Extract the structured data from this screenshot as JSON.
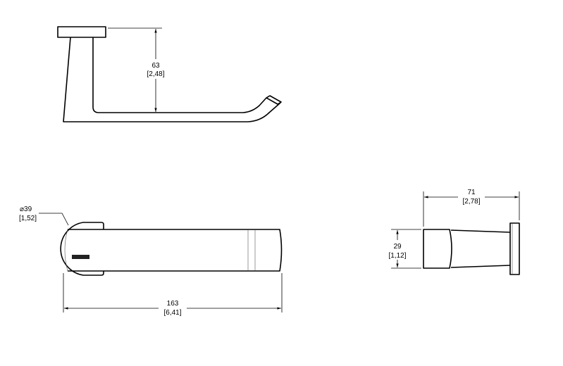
{
  "drawing": {
    "front_view": {
      "height_dim": {
        "mm": "63",
        "inch": "[2,48]"
      }
    },
    "top_view": {
      "diameter_dim": {
        "mm": "⌀39",
        "inch": "[1,52]"
      },
      "length_dim": {
        "mm": "163",
        "inch": "[6,41]"
      }
    },
    "side_view": {
      "depth_dim": {
        "mm": "71",
        "inch": "[2,78]"
      },
      "width_dim": {
        "mm": "29",
        "inch": "[1,12]"
      }
    }
  }
}
